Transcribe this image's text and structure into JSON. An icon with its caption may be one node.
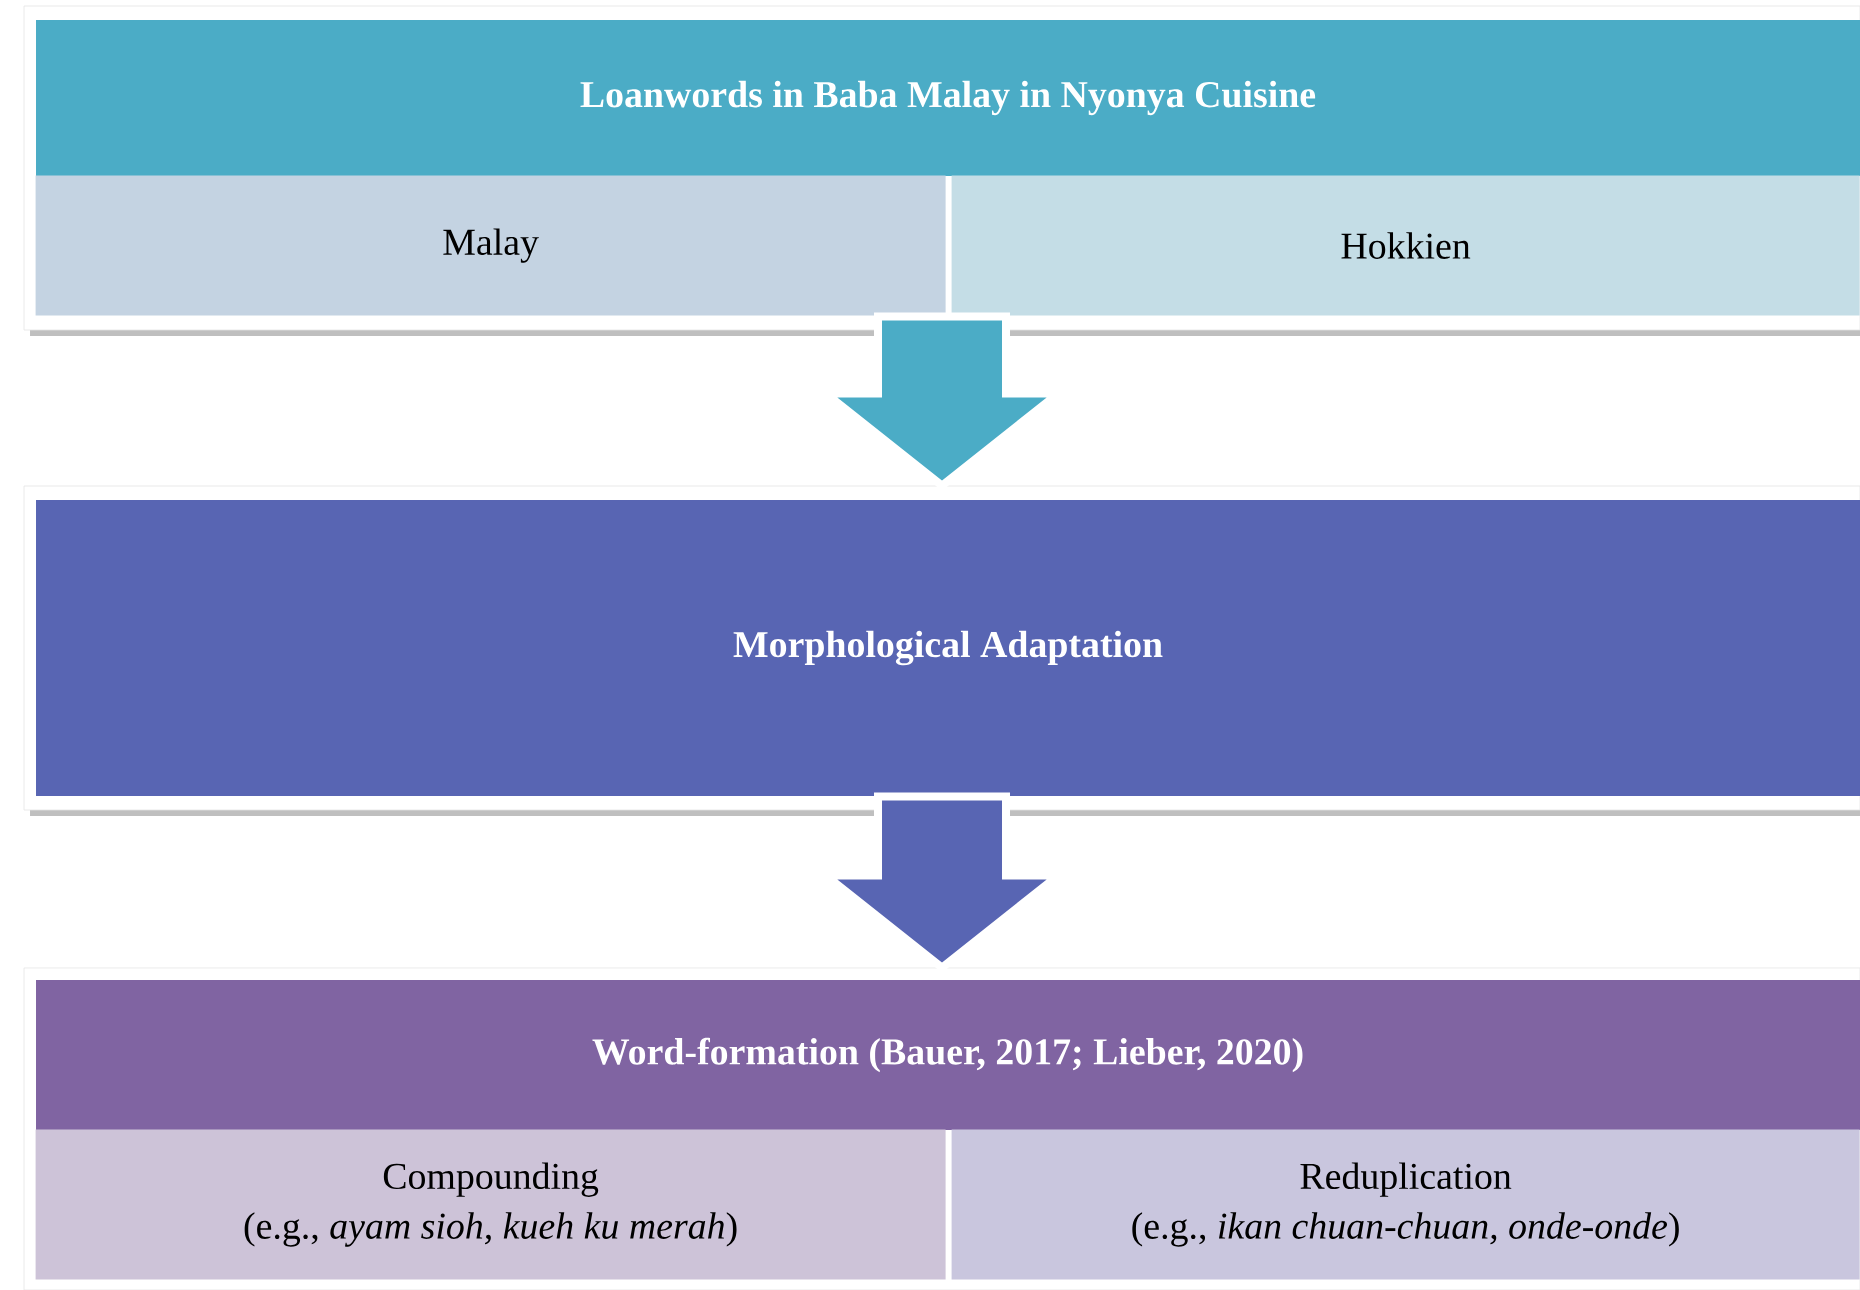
{
  "diagram": {
    "nodes": [
      {
        "text": [
          "Loanwords in Baba Malay in Nyonya Cuisine"
        ]
      },
      {
        "text": [
          "Malay"
        ],
        "in": 0
      },
      {
        "text": [
          "Hokkien"
        ],
        "in": 0
      },
      {
        "text": [
          "Morphological Adaptation"
        ]
      },
      {
        "text": [
          "Word-formation (Bauer, 2017; Lieber, 2020)"
        ]
      },
      {
        "text": [
          "Compounding",
          "(e.g., *ayam sioh, kueh ku merah*)"
        ],
        "in": 4
      },
      {
        "text": [
          "Reduplication",
          "(e.g., *ikan chuan-chuan, onde-onde*)"
        ],
        "in": 4
      }
    ],
    "edges": [
      {
        "from": 0,
        "to": 3,
        "arrow": "to",
        "color": "#4bacc6"
      },
      {
        "from": 3,
        "to": 4,
        "arrow": "to",
        "color": "#5865b3"
      }
    ]
  }
}
